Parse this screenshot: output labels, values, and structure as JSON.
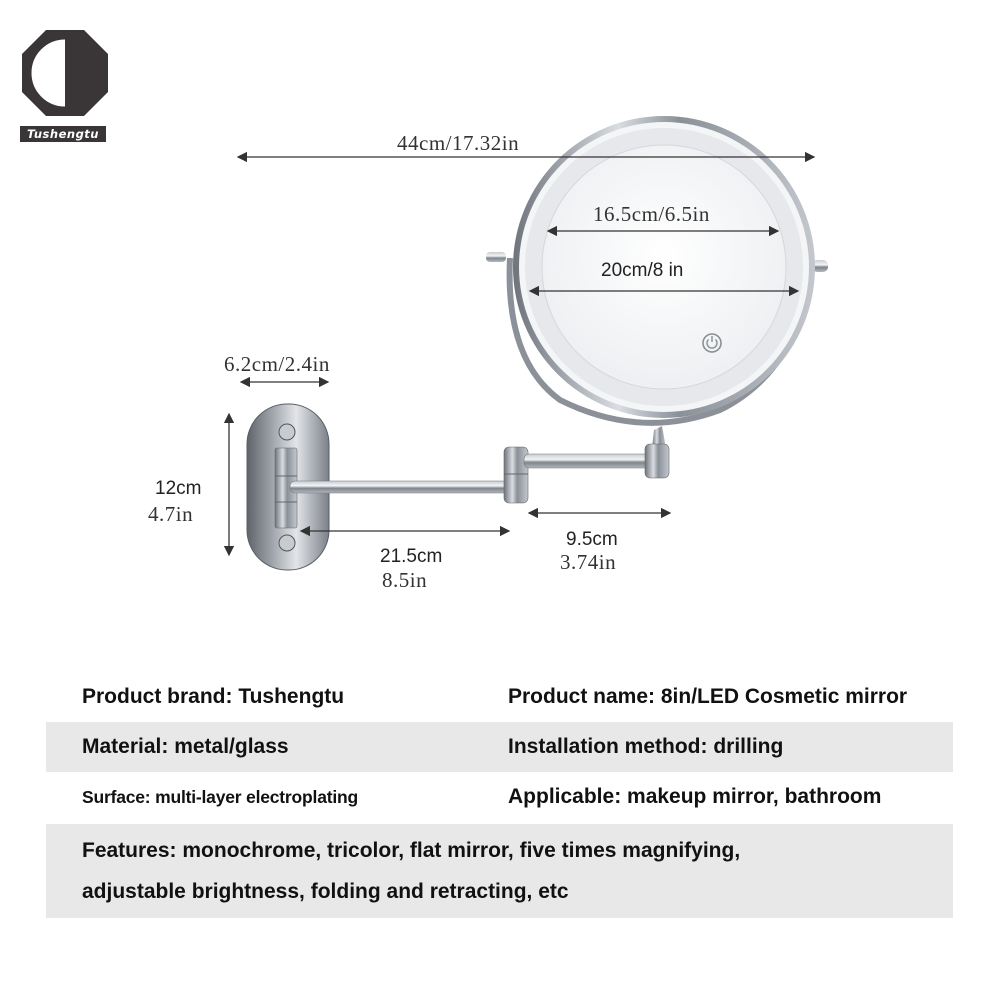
{
  "logo": {
    "brand_text": "Tushengtu",
    "icon": "half-moon-octagon-icon"
  },
  "dimensions": {
    "overall_width": "44cm/17.32in",
    "mirror_inner": "16.5cm/6.5in",
    "mirror_outer": "20cm/8 in",
    "base_width": "6.2cm/2.4in",
    "base_height_cm": "12cm",
    "base_height_in": "4.7in",
    "arm1_cm": "21.5cm",
    "arm1_in": "8.5in",
    "arm2_cm": "9.5cm",
    "arm2_in": "3.74in"
  },
  "product": {
    "power_button_icon": "power-icon"
  },
  "specs": {
    "rows": [
      {
        "left": "Product brand:  Tushengtu",
        "right": "Product name: 8in/LED Cosmetic mirror"
      },
      {
        "left": "Material: metal/glass",
        "right": "Installation method: drilling"
      },
      {
        "left": "Surface: multi-layer electroplating",
        "right": "Applicable: makeup mirror, bathroom"
      }
    ],
    "features_line1": "Features: monochrome, tricolor, flat mirror, five times magnifying,",
    "features_line2": "adjustable brightness, folding and retracting, etc"
  },
  "colors": {
    "row_shade": "#e8e8e8",
    "logo_dark": "#3a3637",
    "chrome": "#9aa0a8"
  }
}
